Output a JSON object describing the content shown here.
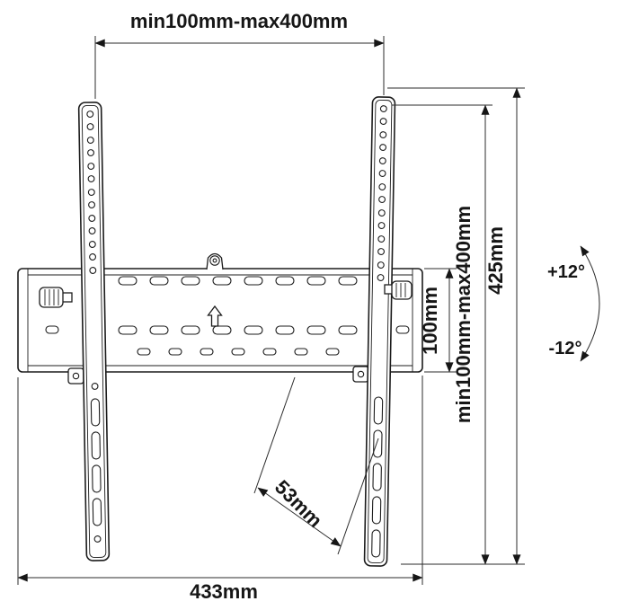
{
  "labels": {
    "top_span": "min100mm-max400mm",
    "vesa_vertical_span": "min100mm-max400mm",
    "bracket_height": "425mm",
    "plate_height": "100mm",
    "overall_width": "433mm",
    "wall_offset": "53mm",
    "tilt_up": "+12°",
    "tilt_down": "-12°"
  }
}
